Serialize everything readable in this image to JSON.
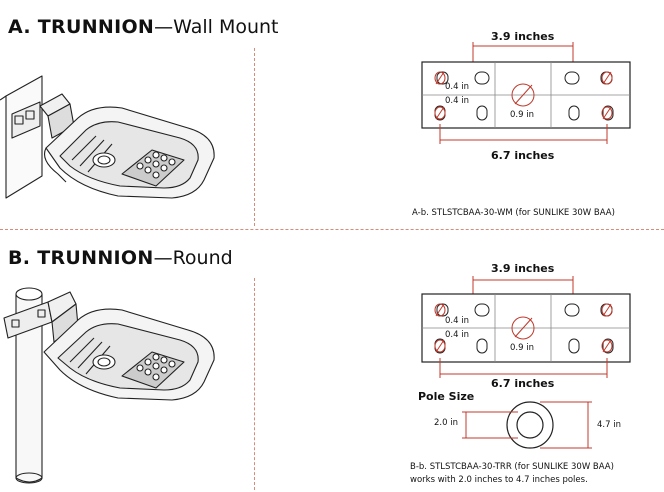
{
  "section_a": {
    "prefix": "A. TRUNNION",
    "suffix": "—Wall Mount",
    "dim_top": "3.9 inches",
    "dim_bottom": "6.7 inches",
    "dim_04_a": "0.4 in",
    "dim_04_b": "0.4 in",
    "dim_09": "0.9 in",
    "caption": "A-b. STLSTCBAA-30-WM (for SUNLIKE 30W BAA)"
  },
  "section_b": {
    "prefix": "B. TRUNNION",
    "suffix": "—Round",
    "dim_top": "3.9 inches",
    "dim_bottom": "6.7 inches",
    "dim_04_a": "0.4 in",
    "dim_04_b": "0.4 in",
    "dim_09": "0.9 in",
    "pole_size_title": "Pole Size",
    "pole_inner": "2.0 in",
    "pole_outer": "4.7 in",
    "caption_line1": "B-b. STLSTCBAA-30-TRR (for SUNLIKE 30W BAA)",
    "caption_line2": "works with 2.0 inches to 4.7 inches poles."
  }
}
